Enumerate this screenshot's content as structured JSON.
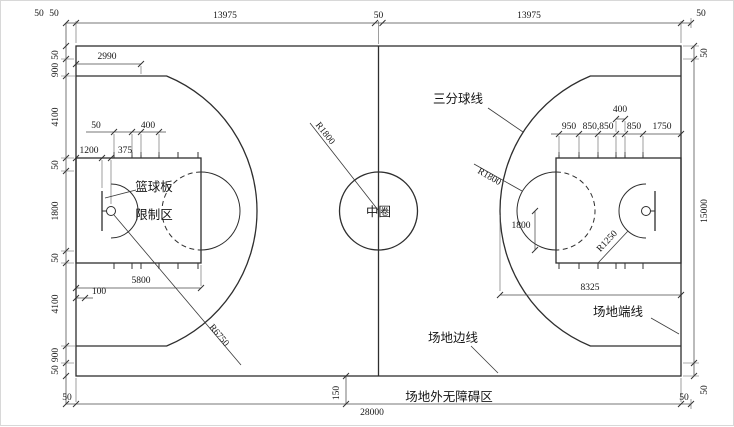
{
  "top_dims": [
    "50",
    "50",
    "13975",
    "50",
    "13975",
    "50"
  ],
  "left_dims": [
    "50",
    "900",
    "4100",
    "50",
    "1800",
    "50",
    "4100",
    "900",
    "50"
  ],
  "right_dims": {
    "top_50": "50",
    "total_height": "15000",
    "bottom_50": "50"
  },
  "bottom_dims": {
    "left_50": "50",
    "buffer_150": "150",
    "total_length": "28000",
    "buffer_label": "场地外无障碍区",
    "right_50": "50"
  },
  "left_court": {
    "seg_2990": "2990",
    "mark_50": "50",
    "mark_400": "400",
    "backboard_1200": "1200",
    "ring_375": "375",
    "backboard_label": "篮球板",
    "key_label": "限制区",
    "key_5800": "5800",
    "line_100": "100"
  },
  "center": {
    "circle_label": "中圈",
    "radius_r1800": "R1800"
  },
  "three_point": {
    "radius_r6750": "R6750"
  },
  "right_court": {
    "three_point_label": "三分球线",
    "mark_950": "950",
    "mark_850_850": "850,850",
    "mark_400": "400",
    "mark_850": "850",
    "mark_1750": "1750",
    "ft_radius_r1800": "R1800",
    "half_1800": "1800",
    "no_charge_r1250": "R1250",
    "arc_8325": "8325",
    "sideline_label": "场地边线",
    "endline_label": "场地端线"
  }
}
